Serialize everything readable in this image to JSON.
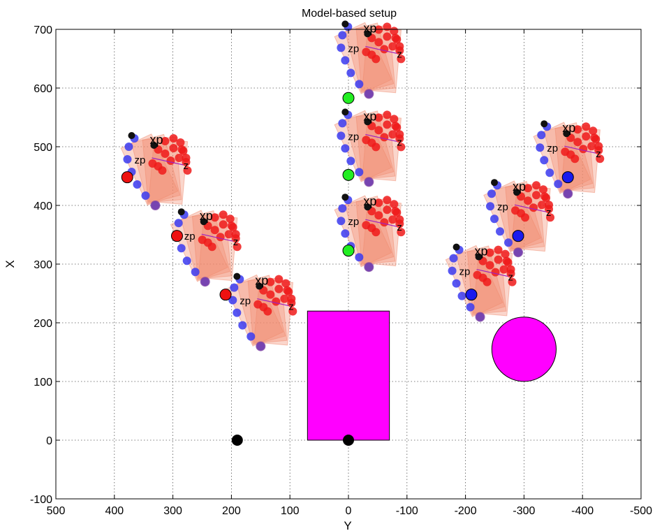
{
  "chart_data": {
    "type": "scatter",
    "title": "Model-based setup",
    "xlabel": "Y",
    "ylabel": "X",
    "x_reversed": true,
    "xlim": [
      500,
      -500
    ],
    "ylim": [
      -100,
      700
    ],
    "xticks": [
      500,
      400,
      300,
      200,
      100,
      0,
      -100,
      -200,
      -300,
      -400,
      -500
    ],
    "yticks": [
      -100,
      0,
      100,
      200,
      300,
      400,
      500,
      600,
      700
    ],
    "xtick_labels": [
      "500",
      "400",
      "300",
      "200",
      "100",
      "0",
      "-100",
      "-200",
      "-300",
      "-400",
      "-500"
    ],
    "ytick_labels": [
      "-100",
      "0",
      "100",
      "200",
      "300",
      "400",
      "500",
      "600",
      "700"
    ],
    "grid": true,
    "colors": {
      "obstacle": "#ff00ff",
      "thumb": "#3a3af0",
      "fingers": "#ee1a1a",
      "palm": "#f08a6e",
      "target_green": "#22ee22",
      "target_red": "#ee1111",
      "target_blue": "#1a1aee",
      "base_marker": "#000000"
    },
    "obstacles": [
      {
        "shape": "rectangle",
        "y_range": [
          70,
          -70
        ],
        "x_range": [
          0,
          220
        ]
      },
      {
        "shape": "circle",
        "center": [
          -300,
          155
        ],
        "radius": 55
      }
    ],
    "base_markers": [
      {
        "y": 190,
        "x": 0
      },
      {
        "y": 0,
        "x": 0
      }
    ],
    "annotations": [
      "xp",
      "zp",
      "z"
    ],
    "hands": [
      {
        "wrist": [
          330,
          400
        ],
        "target": [
          378,
          448
        ],
        "target_color": "red",
        "scale": 1.0
      },
      {
        "wrist": [
          245,
          270
        ],
        "target": [
          293,
          348
        ],
        "target_color": "red",
        "scale": 1.0
      },
      {
        "wrist": [
          150,
          160
        ],
        "target": [
          210,
          248
        ],
        "target_color": "red",
        "scale": 1.0
      },
      {
        "wrist": [
          -35,
          590
        ],
        "target": [
          0,
          583
        ],
        "target_color": "green",
        "scale": 1.0
      },
      {
        "wrist": [
          -35,
          440
        ],
        "target": [
          0,
          452
        ],
        "target_color": "green",
        "scale": 1.0
      },
      {
        "wrist": [
          -35,
          295
        ],
        "target": [
          0,
          323
        ],
        "target_color": "green",
        "scale": 1.0
      },
      {
        "wrist": [
          -375,
          420
        ],
        "target": [
          -375,
          448
        ],
        "target_color": "blue",
        "scale": 1.0
      },
      {
        "wrist": [
          -290,
          320
        ],
        "target": [
          -290,
          348
        ],
        "target_color": "blue",
        "scale": 1.0
      },
      {
        "wrist": [
          -225,
          210
        ],
        "target": [
          -210,
          248
        ],
        "target_color": "blue",
        "scale": 1.0
      }
    ]
  }
}
